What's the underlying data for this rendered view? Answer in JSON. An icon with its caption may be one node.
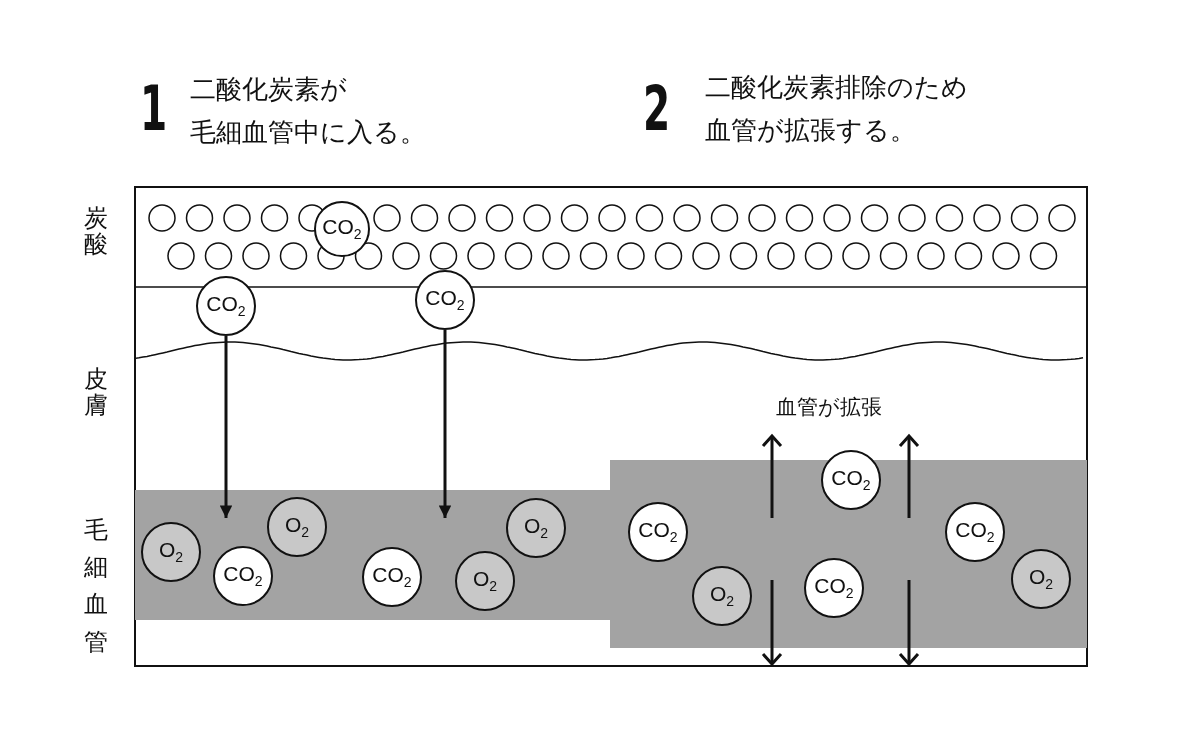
{
  "diagram": {
    "nodes": [
      {
        "text": [
          "CO$_{2}$"
        ]
      },
      {
        "text": [
          "CO$_{2}$"
        ]
      },
      {
        "text": [
          "CO$_{2}$"
        ]
      },
      {
        "text": [],
        "shape": "bar"
      },
      {
        "text": [
          "O$_{2}$"
        ],
        "in": 3
      },
      {
        "text": [
          "O$_{2}$"
        ],
        "in": 3
      },
      {
        "text": [
          "CO$_{2}$"
        ],
        "in": 3
      },
      {
        "text": [
          "CO$_{2}$"
        ],
        "in": 3
      },
      {
        "text": [
          "O$_{2}$"
        ],
        "in": 3
      },
      {
        "text": [
          "O$_{2}$"
        ],
        "in": 3
      },
      {
        "text": [
          "CO$_{2}$"
        ],
        "in": 3
      },
      {
        "text": [
          "O$_{2}$"
        ],
        "in": 3
      },
      {
        "text": [
          "CO$_{2}$"
        ],
        "in": 3
      },
      {
        "text": [
          "CO$_{2}$"
        ],
        "in": 3
      },
      {
        "text": [
          "CO$_{2}$"
        ],
        "in": 3
      },
      {
        "text": [
          "O$_{2}$"
        ],
        "in": 3
      }
    ],
    "edges": [
      {
        "from": 1,
        "to": 3,
        "arrow": "to"
      },
      {
        "from": 2,
        "to": 3,
        "arrow": "to"
      }
    ],
    "labels": [
      "1",
      "二酸化炭素が毛細血管中に入る。",
      "2",
      "二酸化炭素排除のため血管が拡張する。",
      "炭酸",
      "皮膚",
      "毛細血管",
      "血管が拡張"
    ]
  }
}
